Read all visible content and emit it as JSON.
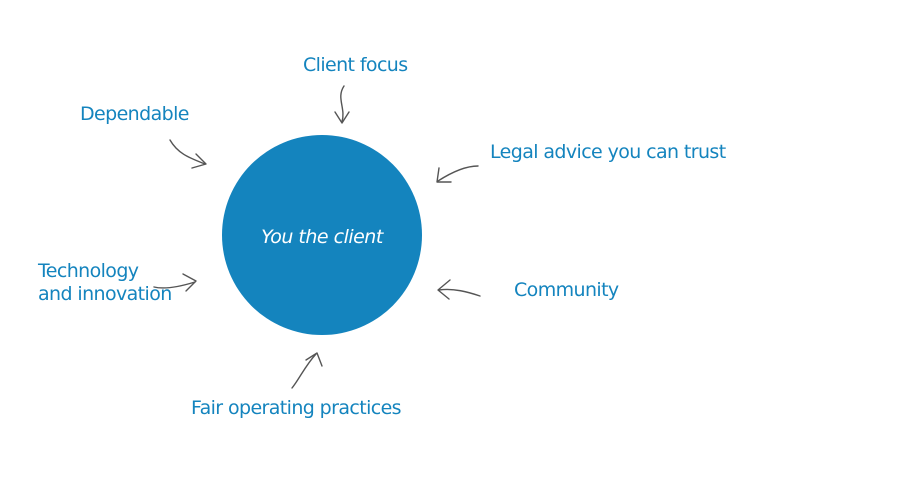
{
  "center": {
    "label": "You the client",
    "color": "#1484be"
  },
  "nodes": {
    "client_focus": "Client focus",
    "dependable": "Dependable",
    "legal_advice": "Legal advice you can trust",
    "technology_line1": "Technology",
    "technology_line2": "and innovation",
    "community": "Community",
    "fair_practices": "Fair operating practices"
  },
  "colors": {
    "text": "#1484be",
    "arrow": "#555555",
    "background": "#ffffff"
  }
}
